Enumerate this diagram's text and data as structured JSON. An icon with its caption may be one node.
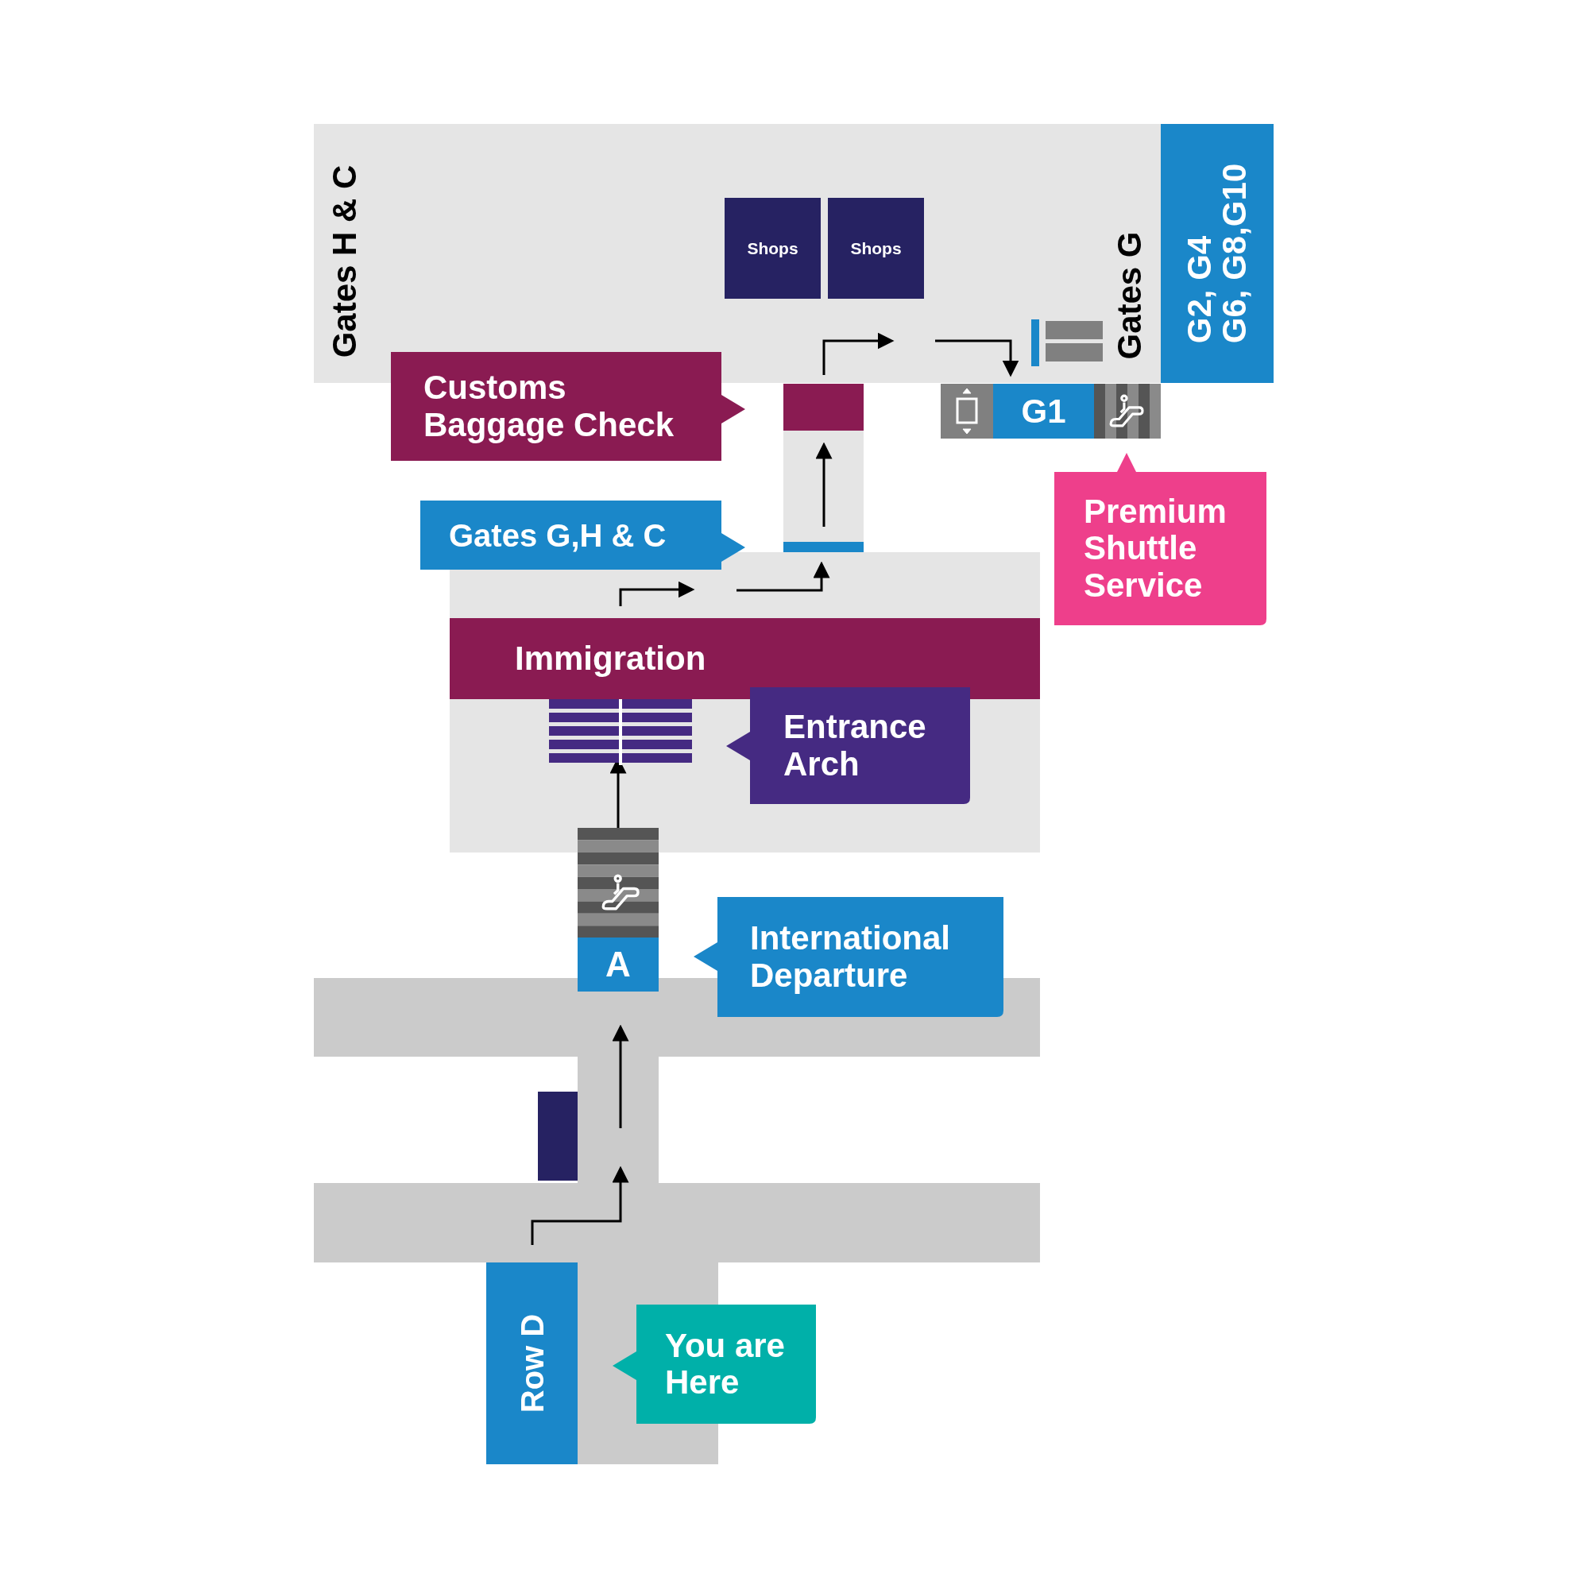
{
  "diagram": {
    "nodes": [
      {
        "text": [
          "Shops"
        ]
      },
      {
        "text": [
          "Shops"
        ]
      },
      {
        "text": [
          "G2, G4",
          "G6, G8,G10"
        ]
      },
      {
        "text": [
          "Customs Baggage Check"
        ]
      },
      {
        "text": [
          "G1"
        ]
      },
      {
        "text": [
          "Premium Shuttle Service"
        ]
      },
      {
        "text": [
          "Gates G,H & C"
        ]
      },
      {
        "text": [
          "Immigration"
        ]
      },
      {
        "text": [
          "Entrance Arch"
        ]
      },
      {
        "text": [
          "A"
        ]
      },
      {
        "text": [
          "International Departure"
        ]
      },
      {
        "text": [],
        "shape": "box"
      },
      {
        "text": [
          "Row D"
        ]
      },
      {
        "text": [
          "You are Here"
        ]
      },
      {
        "text": [],
        "shape": "box"
      },
      {
        "text": [],
        "shape": "box"
      }
    ],
    "edges": [
      {
        "from": 14,
        "to": 15,
        "arrow": "to"
      }
    ],
    "labels": [
      "Gates H & C",
      "Gates G"
    ]
  }
}
